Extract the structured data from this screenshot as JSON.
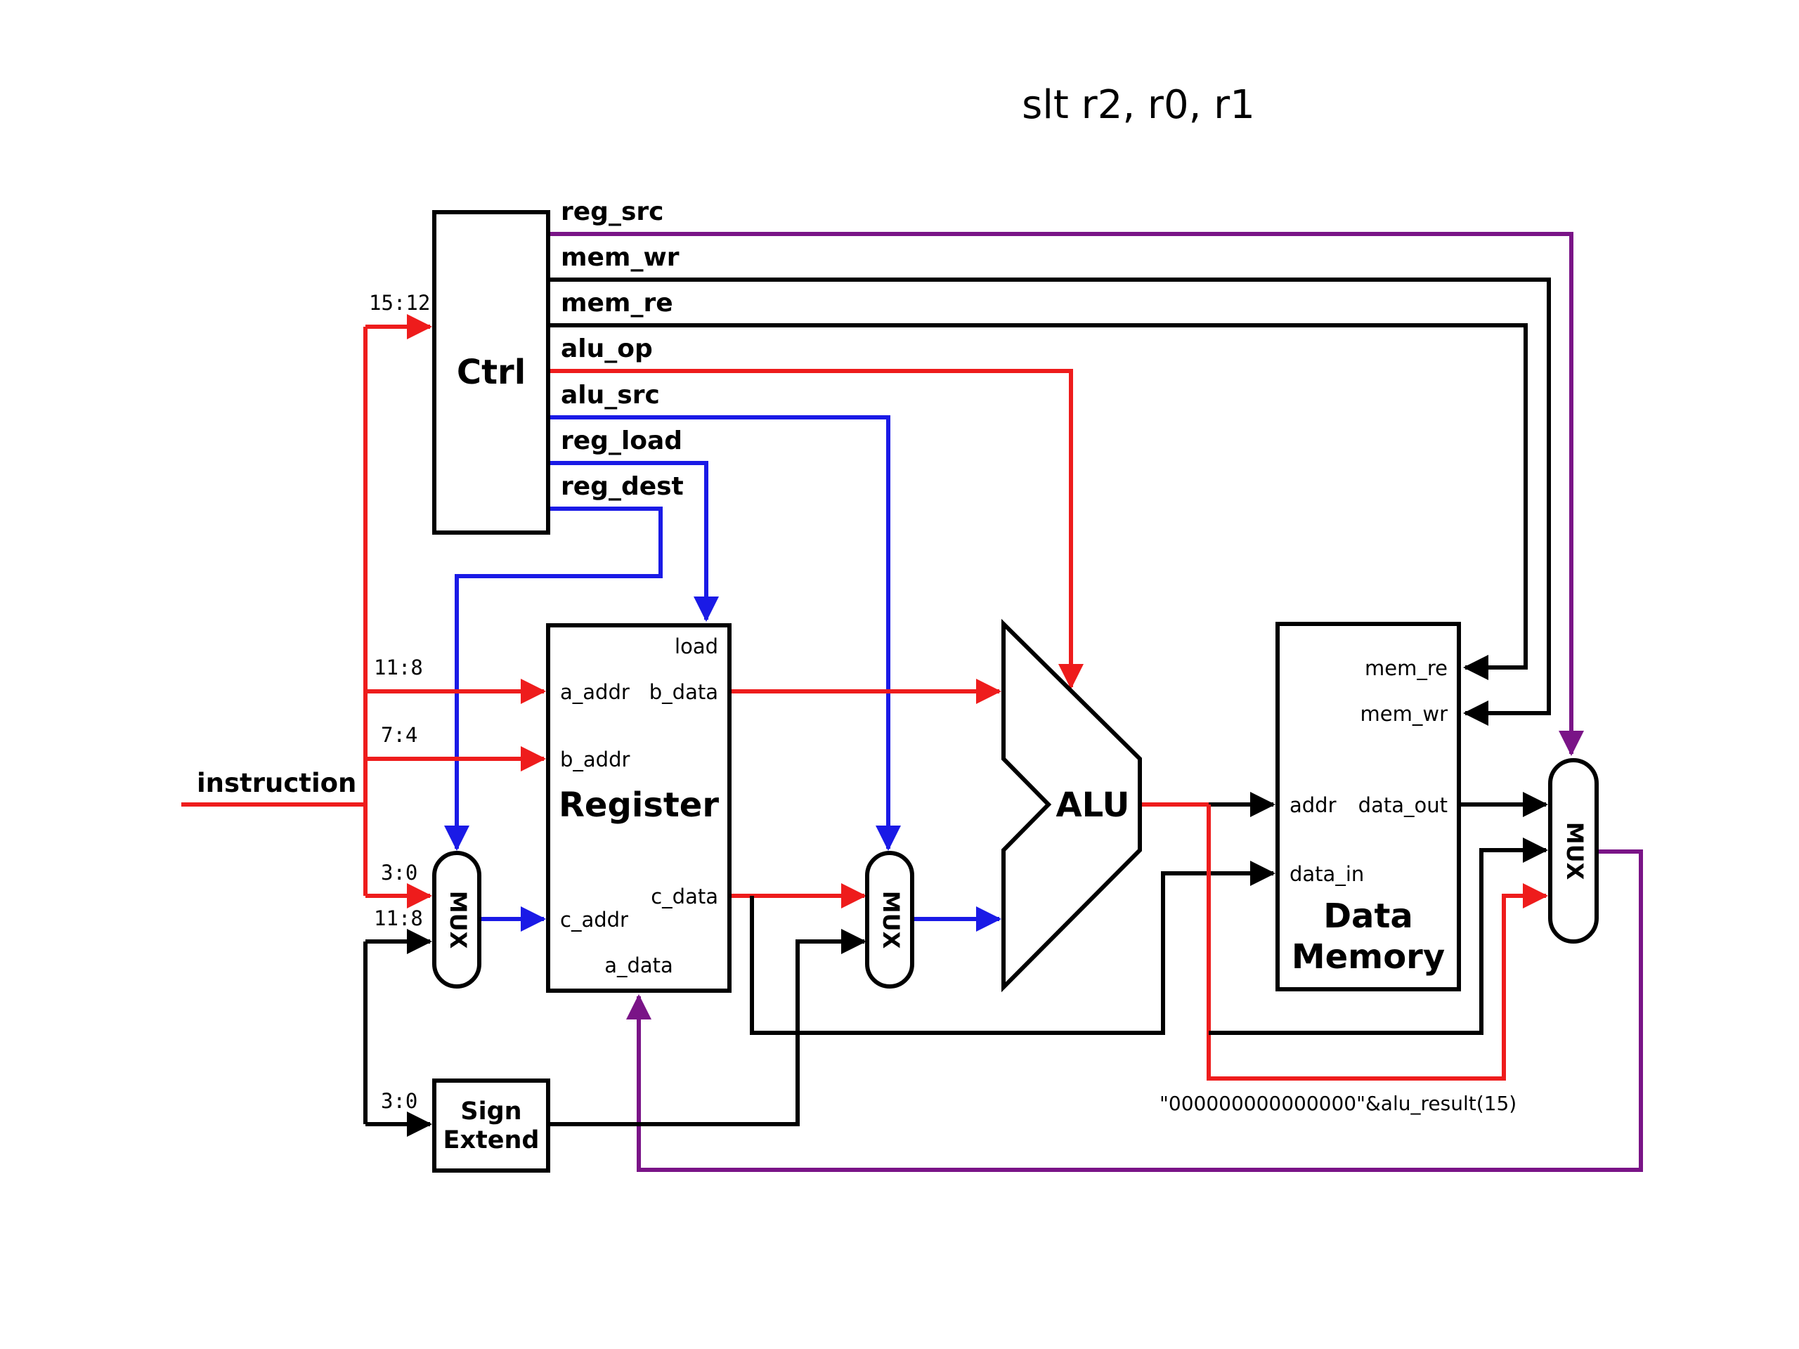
{
  "title": "slt r2, r0, r1",
  "colors": {
    "red": "#ee1c1c",
    "blue": "#1a1ae6",
    "purple": "#7a1487",
    "black": "#000000"
  },
  "signals": {
    "reg_src": "reg_src",
    "mem_wr": "mem_wr",
    "mem_re": "mem_re",
    "alu_op": "alu_op",
    "alu_src": "alu_src",
    "reg_load": "reg_load",
    "reg_dest": "reg_dest",
    "instruction": "instruction"
  },
  "bit_fields": {
    "ctrl_in": "15:12",
    "a_addr_in": "11:8",
    "b_addr_in": "7:4",
    "mux_in_a": "3:0",
    "mux_in_b": "11:8",
    "sign_in": "3:0"
  },
  "blocks": {
    "ctrl": "Ctrl",
    "register": "Register",
    "alu": "ALU",
    "mux": "MUX",
    "sign_extend_line1": "Sign",
    "sign_extend_line2": "Extend",
    "data_memory_line1": "Data",
    "data_memory_line2": "Memory"
  },
  "ports": {
    "load": "load",
    "a_addr": "a_addr",
    "b_data": "b_data",
    "b_addr": "b_addr",
    "c_data": "c_data",
    "c_addr": "c_addr",
    "a_data": "a_data",
    "mem_re": "mem_re",
    "mem_wr": "mem_wr",
    "addr": "addr",
    "data_out": "data_out",
    "data_in": "data_in"
  },
  "annotation": "\"000000000000000\"&alu_result(15)"
}
